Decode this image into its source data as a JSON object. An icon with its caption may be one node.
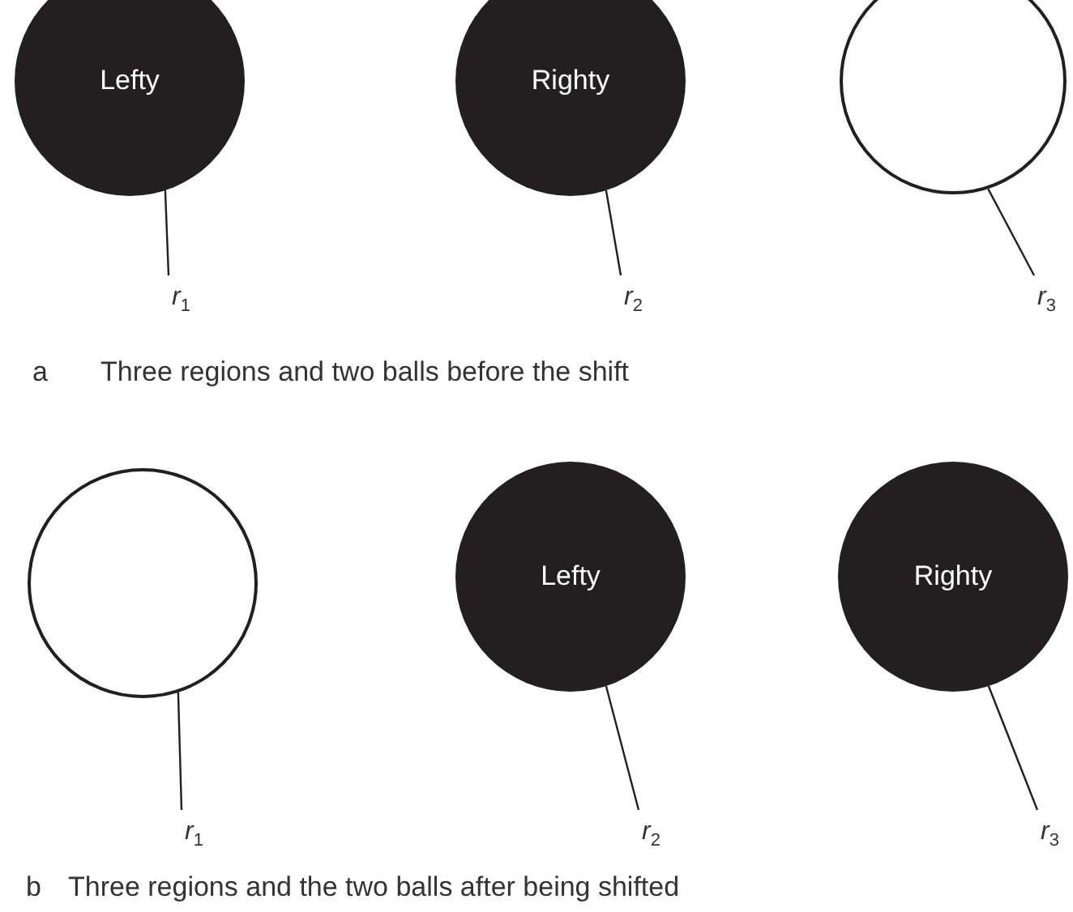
{
  "diagram": {
    "nodes": [
      {
        "text": [
          "Lefty"
        ]
      },
      {
        "text": [
          "Righty"
        ]
      },
      {
        "text": [],
        "shape": "circle"
      },
      {
        "text": [
          "*r*$_{1}$"
        ]
      },
      {
        "text": [
          "*r*$_{2}$"
        ]
      },
      {
        "text": [
          "*r*$_{3}$"
        ]
      },
      {
        "text": [],
        "shape": "circle"
      },
      {
        "text": [
          "Lefty"
        ]
      },
      {
        "text": [
          "Righty"
        ]
      },
      {
        "text": [
          "*r*$_{1}$"
        ]
      },
      {
        "text": [
          "*r*$_{2}$"
        ]
      },
      {
        "text": [
          "*r*$_{3}$"
        ]
      }
    ],
    "edges": [
      {
        "from": 3,
        "to": 0,
        "arrow": "none"
      },
      {
        "from": 4,
        "to": 1,
        "arrow": "none"
      },
      {
        "from": 5,
        "to": 2,
        "arrow": "none"
      },
      {
        "from": 9,
        "to": 6,
        "arrow": "none"
      },
      {
        "from": 10,
        "to": 7,
        "arrow": "none"
      },
      {
        "from": 11,
        "to": 8,
        "arrow": "none"
      }
    ],
    "labels": [
      "a",
      "Three regions and two balls before the shift",
      "b",
      "Three regions and the two balls after being shifted"
    ]
  }
}
